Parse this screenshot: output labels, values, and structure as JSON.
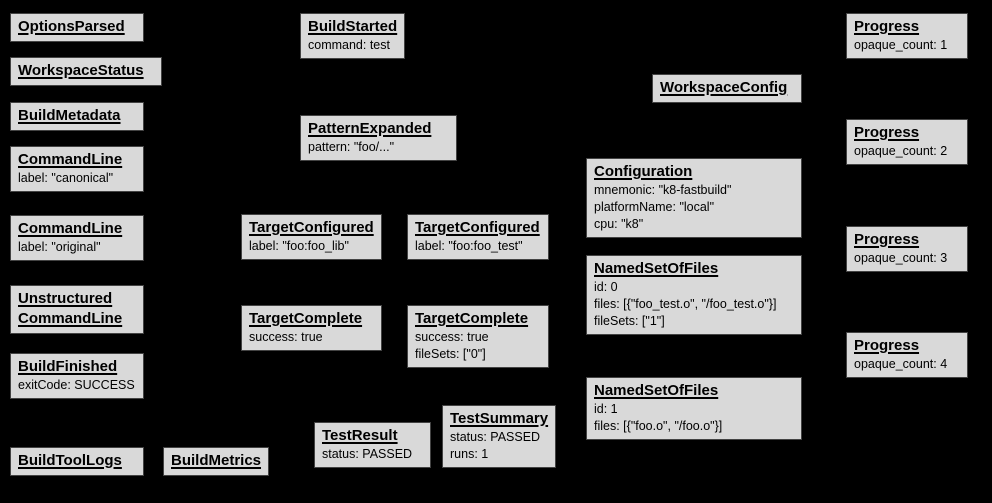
{
  "diagram": {
    "colors": {
      "background": "#000000",
      "node_fill": "#d9d9d9",
      "node_border": "#434343",
      "text": "#000000"
    },
    "nodes": {
      "options_parsed": {
        "title": "OptionsParsed"
      },
      "workspace_status": {
        "title": "WorkspaceStatus"
      },
      "build_metadata": {
        "title": "BuildMetadata"
      },
      "command_line_canonical": {
        "title": "CommandLine",
        "details": [
          "label: \"canonical\""
        ]
      },
      "command_line_original": {
        "title": "CommandLine",
        "details": [
          "label: \"original\""
        ]
      },
      "unstructured_command_line": {
        "title": "Unstructured\nCommandLine"
      },
      "build_finished": {
        "title": "BuildFinished",
        "details": [
          "exitCode: SUCCESS"
        ]
      },
      "build_tool_logs": {
        "title": "BuildToolLogs"
      },
      "build_metrics": {
        "title": "BuildMetrics"
      },
      "build_started": {
        "title": "BuildStarted",
        "details": [
          "command: test"
        ]
      },
      "pattern_expanded": {
        "title": "PatternExpanded",
        "details": [
          "pattern: \"foo/...\""
        ]
      },
      "target_configured_lib": {
        "title": "TargetConfigured",
        "details": [
          "label: \"foo:foo_lib\""
        ]
      },
      "target_configured_test": {
        "title": "TargetConfigured",
        "details": [
          "label: \"foo:foo_test\""
        ]
      },
      "target_complete_lib": {
        "title": "TargetComplete",
        "details": [
          "success: true"
        ]
      },
      "target_complete_test": {
        "title": "TargetComplete",
        "details": [
          "success: true",
          "fileSets: [\"0\"]"
        ]
      },
      "test_result": {
        "title": "TestResult",
        "details": [
          "status: PASSED"
        ]
      },
      "test_summary": {
        "title": "TestSummary",
        "details": [
          "status: PASSED",
          "runs: 1"
        ]
      },
      "workspace_config": {
        "title": "WorkspaceConfig"
      },
      "configuration": {
        "title": "Configuration",
        "details": [
          "mnemonic: \"k8-fastbuild\"",
          "platformName: \"local\"",
          "cpu: \"k8\""
        ]
      },
      "named_set_of_files_0": {
        "title": "NamedSetOfFiles",
        "details": [
          "id: 0",
          "files: [{\"foo_test.o\", \"/foo_test.o\"}]",
          "fileSets: [\"1\"]"
        ]
      },
      "named_set_of_files_1": {
        "title": "NamedSetOfFiles",
        "details": [
          "id: 1",
          "files: [{\"foo.o\", \"/foo.o\"}]"
        ]
      },
      "progress_1": {
        "title": "Progress",
        "details": [
          "opaque_count: 1"
        ]
      },
      "progress_2": {
        "title": "Progress",
        "details": [
          "opaque_count: 2"
        ]
      },
      "progress_3": {
        "title": "Progress",
        "details": [
          "opaque_count: 3"
        ]
      },
      "progress_4": {
        "title": "Progress",
        "details": [
          "opaque_count: 4"
        ]
      }
    }
  }
}
